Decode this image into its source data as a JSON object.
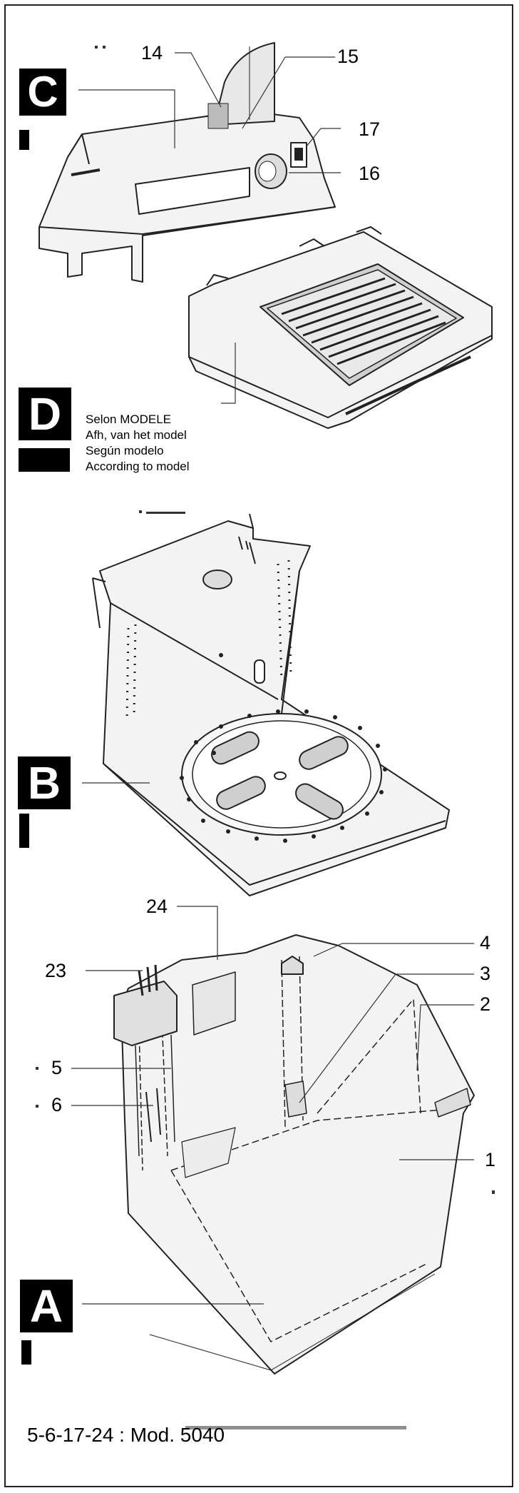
{
  "section_labels": {
    "c": "C",
    "d": "D",
    "b": "B",
    "a": "A"
  },
  "callouts": {
    "n14": "14",
    "n15": "15",
    "n17": "17",
    "n16": "16",
    "n24": "24",
    "n4": "4",
    "n23": "23",
    "n3": "3",
    "n2": "2",
    "n5": "5",
    "n6": "6",
    "n1": "1"
  },
  "model_notes": [
    "Selon MODELE",
    "Afh, van het model",
    "Según modelo",
    "According to model"
  ],
  "footer": "5-6-17-24 : Mod. 5040",
  "colors": {
    "ink": "#222222",
    "fill": "#f2f2f2",
    "shade": "#cfcfcf"
  }
}
